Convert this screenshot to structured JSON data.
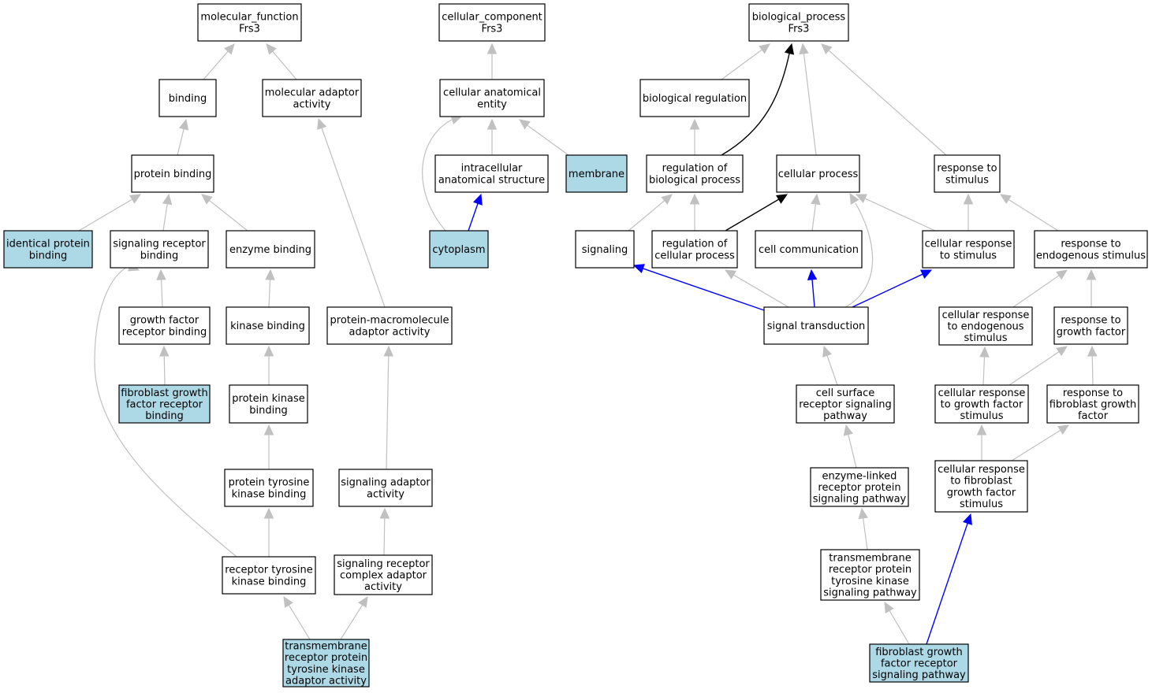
{
  "colors": {
    "node_fill": "#ffffff",
    "node_highlight_fill": "#add8e6",
    "node_stroke": "#000000",
    "edge_gray": "#c0c0c0",
    "edge_blue": "#0000ff",
    "edge_black": "#000000"
  },
  "nodes": {
    "mf_root": {
      "lines": [
        "molecular_function",
        "Frs3"
      ],
      "highlight": false
    },
    "cc_root": {
      "lines": [
        "cellular_component",
        "Frs3"
      ],
      "highlight": false
    },
    "bp_root": {
      "lines": [
        "biological_process",
        "Frs3"
      ],
      "highlight": false
    },
    "binding": {
      "lines": [
        "binding"
      ],
      "highlight": false
    },
    "mol_adaptor": {
      "lines": [
        "molecular adaptor",
        "activity"
      ],
      "highlight": false
    },
    "cell_anat_entity": {
      "lines": [
        "cellular anatomical",
        "entity"
      ],
      "highlight": false
    },
    "bio_regulation": {
      "lines": [
        "biological regulation"
      ],
      "highlight": false
    },
    "protein_binding": {
      "lines": [
        "protein binding"
      ],
      "highlight": false
    },
    "intracellular_struct": {
      "lines": [
        "intracellular",
        "anatomical structure"
      ],
      "highlight": false
    },
    "membrane": {
      "lines": [
        "membrane"
      ],
      "highlight": true
    },
    "reg_bio_process": {
      "lines": [
        "regulation of",
        "biological process"
      ],
      "highlight": false
    },
    "cellular_process": {
      "lines": [
        "cellular process"
      ],
      "highlight": false
    },
    "response_stimulus": {
      "lines": [
        "response to",
        "stimulus"
      ],
      "highlight": false
    },
    "identical_protein_binding": {
      "lines": [
        "identical protein",
        "binding"
      ],
      "highlight": true
    },
    "signaling_receptor_binding": {
      "lines": [
        "signaling receptor",
        "binding"
      ],
      "highlight": false
    },
    "enzyme_binding": {
      "lines": [
        "enzyme binding"
      ],
      "highlight": false
    },
    "cytoplasm": {
      "lines": [
        "cytoplasm"
      ],
      "highlight": true
    },
    "signaling": {
      "lines": [
        "signaling"
      ],
      "highlight": false
    },
    "reg_cell_process": {
      "lines": [
        "regulation of",
        "cellular process"
      ],
      "highlight": false
    },
    "cell_communication": {
      "lines": [
        "cell communication"
      ],
      "highlight": false
    },
    "cell_response_stimulus": {
      "lines": [
        "cellular response",
        "to stimulus"
      ],
      "highlight": false
    },
    "response_endogenous": {
      "lines": [
        "response to",
        "endogenous stimulus"
      ],
      "highlight": false
    },
    "gf_receptor_binding": {
      "lines": [
        "growth factor",
        "receptor binding"
      ],
      "highlight": false
    },
    "kinase_binding": {
      "lines": [
        "kinase binding"
      ],
      "highlight": false
    },
    "pm_adaptor": {
      "lines": [
        "protein-macromolecule",
        "adaptor activity"
      ],
      "highlight": false
    },
    "signal_transduction": {
      "lines": [
        "signal transduction"
      ],
      "highlight": false
    },
    "cell_resp_endogenous": {
      "lines": [
        "cellular response",
        "to endogenous",
        "stimulus"
      ],
      "highlight": false
    },
    "response_gf": {
      "lines": [
        "response to",
        "growth factor"
      ],
      "highlight": false
    },
    "fgf_receptor_binding": {
      "lines": [
        "fibroblast growth",
        "factor receptor",
        "binding"
      ],
      "highlight": true
    },
    "protein_kinase_binding": {
      "lines": [
        "protein kinase",
        "binding"
      ],
      "highlight": false
    },
    "cs_receptor_pathway": {
      "lines": [
        "cell surface",
        "receptor signaling",
        "pathway"
      ],
      "highlight": false
    },
    "cell_resp_gf": {
      "lines": [
        "cellular response",
        "to growth factor",
        "stimulus"
      ],
      "highlight": false
    },
    "response_fgf": {
      "lines": [
        "response to",
        "fibroblast growth",
        "factor"
      ],
      "highlight": false
    },
    "ptk_binding": {
      "lines": [
        "protein tyrosine",
        "kinase binding"
      ],
      "highlight": false
    },
    "signaling_adaptor": {
      "lines": [
        "signaling adaptor",
        "activity"
      ],
      "highlight": false
    },
    "enzyme_linked_pathway": {
      "lines": [
        "enzyme-linked",
        "receptor protein",
        "signaling pathway"
      ],
      "highlight": false
    },
    "cell_resp_fgf": {
      "lines": [
        "cellular response",
        "to fibroblast",
        "growth factor",
        "stimulus"
      ],
      "highlight": false
    },
    "rtk_binding": {
      "lines": [
        "receptor tyrosine",
        "kinase binding"
      ],
      "highlight": false
    },
    "src_adaptor": {
      "lines": [
        "signaling receptor",
        "complex adaptor",
        "activity"
      ],
      "highlight": false
    },
    "tm_rtk_pathway": {
      "lines": [
        "transmembrane",
        "receptor protein",
        "tyrosine kinase",
        "signaling pathway"
      ],
      "highlight": false
    },
    "tm_rtk_adaptor": {
      "lines": [
        "transmembrane",
        "receptor protein",
        "tyrosine kinase",
        "adaptor activity"
      ],
      "highlight": true
    },
    "fgf_receptor_pathway": {
      "lines": [
        "fibroblast growth",
        "factor receptor",
        "signaling pathway"
      ],
      "highlight": true
    }
  },
  "edges": [
    {
      "from": "binding",
      "to": "mf_root",
      "color": "gray"
    },
    {
      "from": "mol_adaptor",
      "to": "mf_root",
      "color": "gray"
    },
    {
      "from": "protein_binding",
      "to": "binding",
      "color": "gray"
    },
    {
      "from": "identical_protein_binding",
      "to": "protein_binding",
      "color": "gray"
    },
    {
      "from": "signaling_receptor_binding",
      "to": "protein_binding",
      "color": "gray"
    },
    {
      "from": "enzyme_binding",
      "to": "protein_binding",
      "color": "gray"
    },
    {
      "from": "gf_receptor_binding",
      "to": "signaling_receptor_binding",
      "color": "gray"
    },
    {
      "from": "fgf_receptor_binding",
      "to": "gf_receptor_binding",
      "color": "gray"
    },
    {
      "from": "kinase_binding",
      "to": "enzyme_binding",
      "color": "gray"
    },
    {
      "from": "protein_kinase_binding",
      "to": "kinase_binding",
      "color": "gray"
    },
    {
      "from": "ptk_binding",
      "to": "protein_kinase_binding",
      "color": "gray"
    },
    {
      "from": "rtk_binding",
      "to": "ptk_binding",
      "color": "gray"
    },
    {
      "from": "rtk_binding",
      "to": "signaling_receptor_binding",
      "color": "gray",
      "curve": "rtk"
    },
    {
      "from": "pm_adaptor",
      "to": "mol_adaptor",
      "color": "gray"
    },
    {
      "from": "signaling_adaptor",
      "to": "pm_adaptor",
      "color": "gray"
    },
    {
      "from": "src_adaptor",
      "to": "signaling_adaptor",
      "color": "gray"
    },
    {
      "from": "tm_rtk_adaptor",
      "to": "rtk_binding",
      "color": "gray"
    },
    {
      "from": "tm_rtk_adaptor",
      "to": "src_adaptor",
      "color": "gray"
    },
    {
      "from": "cell_anat_entity",
      "to": "cc_root",
      "color": "gray"
    },
    {
      "from": "intracellular_struct",
      "to": "cell_anat_entity",
      "color": "gray"
    },
    {
      "from": "membrane",
      "to": "cell_anat_entity",
      "color": "gray"
    },
    {
      "from": "cytoplasm",
      "to": "cell_anat_entity",
      "color": "gray",
      "curve": "cyto"
    },
    {
      "from": "cytoplasm",
      "to": "intracellular_struct",
      "color": "blue"
    },
    {
      "from": "bio_regulation",
      "to": "bp_root",
      "color": "gray"
    },
    {
      "from": "reg_bio_process",
      "to": "bp_root",
      "color": "black",
      "curve": "regbio"
    },
    {
      "from": "cellular_process",
      "to": "bp_root",
      "color": "gray"
    },
    {
      "from": "response_stimulus",
      "to": "bp_root",
      "color": "gray"
    },
    {
      "from": "reg_bio_process",
      "to": "bio_regulation",
      "color": "gray"
    },
    {
      "from": "signaling",
      "to": "reg_bio_process",
      "color": "gray"
    },
    {
      "from": "reg_cell_process",
      "to": "reg_bio_process",
      "color": "gray"
    },
    {
      "from": "reg_cell_process",
      "to": "cellular_process",
      "color": "black"
    },
    {
      "from": "cell_communication",
      "to": "cellular_process",
      "color": "gray"
    },
    {
      "from": "cell_response_stimulus",
      "to": "cellular_process",
      "color": "gray"
    },
    {
      "from": "cell_response_stimulus",
      "to": "response_stimulus",
      "color": "gray"
    },
    {
      "from": "response_endogenous",
      "to": "response_stimulus",
      "color": "gray"
    },
    {
      "from": "signal_transduction",
      "to": "signaling",
      "color": "blue"
    },
    {
      "from": "signal_transduction",
      "to": "reg_cell_process",
      "color": "gray"
    },
    {
      "from": "signal_transduction",
      "to": "cell_communication",
      "color": "blue"
    },
    {
      "from": "signal_transduction",
      "to": "cellular_process",
      "color": "gray",
      "curve": "sigtc"
    },
    {
      "from": "signal_transduction",
      "to": "cell_response_stimulus",
      "color": "blue"
    },
    {
      "from": "cell_resp_endogenous",
      "to": "response_endogenous",
      "color": "gray"
    },
    {
      "from": "response_gf",
      "to": "response_endogenous",
      "color": "gray"
    },
    {
      "from": "cs_receptor_pathway",
      "to": "signal_transduction",
      "color": "gray"
    },
    {
      "from": "cell_resp_gf",
      "to": "cell_resp_endogenous",
      "color": "gray"
    },
    {
      "from": "cell_resp_gf",
      "to": "response_gf",
      "color": "gray"
    },
    {
      "from": "response_fgf",
      "to": "response_gf",
      "color": "gray"
    },
    {
      "from": "enzyme_linked_pathway",
      "to": "cs_receptor_pathway",
      "color": "gray"
    },
    {
      "from": "tm_rtk_pathway",
      "to": "enzyme_linked_pathway",
      "color": "gray"
    },
    {
      "from": "cell_resp_fgf",
      "to": "cell_resp_gf",
      "color": "gray"
    },
    {
      "from": "cell_resp_fgf",
      "to": "response_fgf",
      "color": "gray"
    },
    {
      "from": "fgf_receptor_pathway",
      "to": "tm_rtk_pathway",
      "color": "gray"
    },
    {
      "from": "fgf_receptor_pathway",
      "to": "cell_resp_fgf",
      "color": "blue"
    }
  ]
}
